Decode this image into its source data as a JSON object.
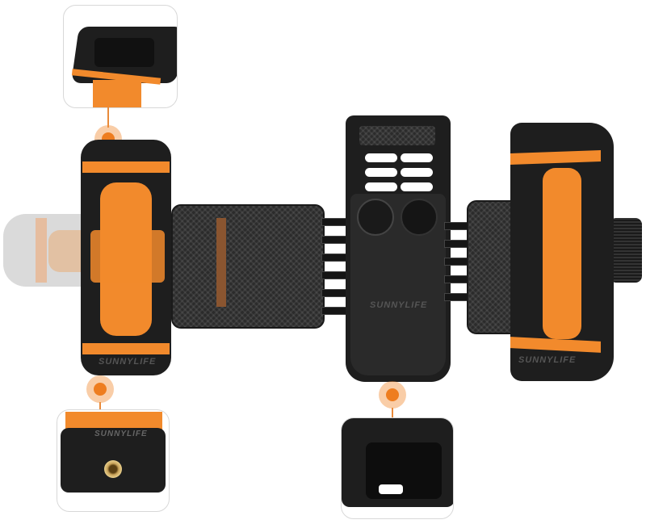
{
  "product": {
    "brand_label": "SUNNYLIFE",
    "accent_color": "#f28a2c",
    "body_color": "#1e1e1e",
    "callout_border_color": "#d8d8d8"
  },
  "callouts": [
    {
      "id": "top-left",
      "depicts": "cold-shoe mount on top of phone clamp"
    },
    {
      "id": "bottom-left",
      "depicts": "1/4 inch threaded brass insert under phone clamp"
    },
    {
      "id": "bottom-center",
      "depicts": "open bottom of gimbal holder frame"
    }
  ],
  "views": [
    {
      "id": "phone-clamp-front",
      "depicts": "phone clamp front view with ghosted rotation"
    },
    {
      "id": "holder-frame",
      "depicts": "gimbal holder frame with vents and buttons"
    },
    {
      "id": "phone-clamp-side",
      "depicts": "phone clamp side view with knob"
    }
  ]
}
